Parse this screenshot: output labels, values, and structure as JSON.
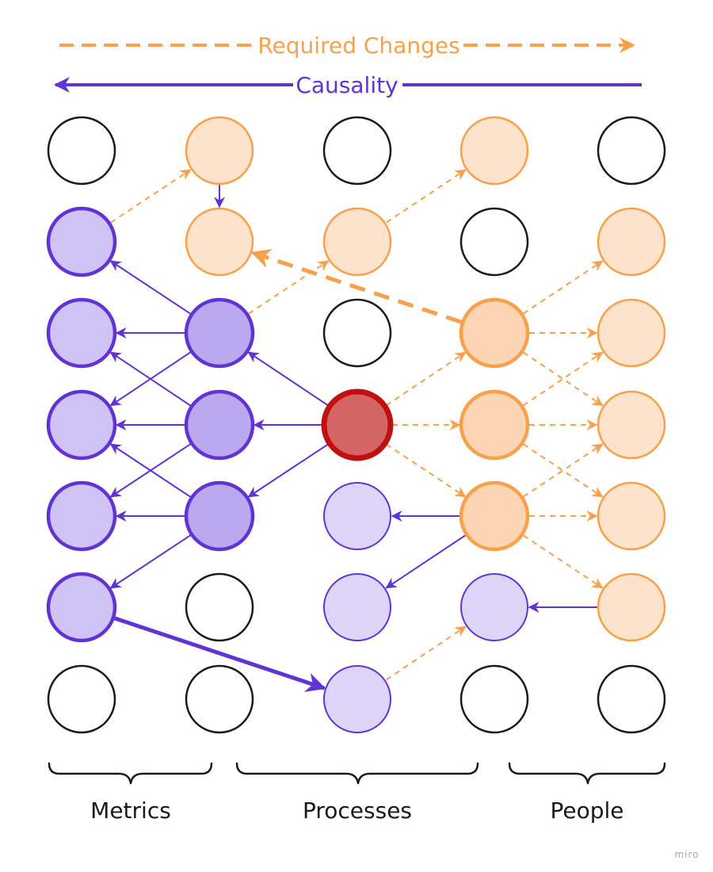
{
  "legend": {
    "required_changes": {
      "label": "Required Changes",
      "color": "#f9a04a"
    },
    "causality": {
      "label": "Causality",
      "color": "#6233d4"
    }
  },
  "groups": {
    "metrics": "Metrics",
    "processes": "Processes",
    "people": "People"
  },
  "watermark": "miro",
  "colors": {
    "empty_stroke": "#1a1a1a",
    "purple_fill": "#cfc3f5",
    "purple_fill_dark": "#bba8ef",
    "purple_fill_light": "#ddd5f7",
    "purple_stroke": "#6233d4",
    "orange_fill": "#fde2cc",
    "orange_fill_strong": "#fdd5b4",
    "orange_stroke": "#f9a04a",
    "red_fill": "#d56565",
    "red_stroke": "#c01010"
  },
  "grid": {
    "columns": 5,
    "rows": 7,
    "nodes": [
      [
        "empty",
        "orange-light",
        "empty",
        "orange-light",
        "empty"
      ],
      [
        "purple-bold",
        "orange-light",
        "orange-light",
        "empty",
        "orange-light"
      ],
      [
        "purple-bold",
        "purple-dark",
        "empty",
        "orange-strong",
        "orange-light"
      ],
      [
        "purple-bold",
        "purple-dark",
        "red",
        "orange-strong",
        "orange-light"
      ],
      [
        "purple-bold",
        "purple-dark",
        "purple-light",
        "orange-strong",
        "orange-light"
      ],
      [
        "purple-bold",
        "empty",
        "purple-light",
        "purple-light",
        "orange-light"
      ],
      [
        "empty",
        "empty",
        "purple-light",
        "empty",
        "empty"
      ]
    ]
  },
  "edges": {
    "causality": [
      [
        [
          2,
          3
        ],
        [
          1,
          2
        ]
      ],
      [
        [
          2,
          3
        ],
        [
          1,
          3
        ]
      ],
      [
        [
          2,
          3
        ],
        [
          1,
          4
        ]
      ],
      [
        [
          1,
          2
        ],
        [
          0,
          1
        ]
      ],
      [
        [
          1,
          2
        ],
        [
          0,
          2
        ]
      ],
      [
        [
          1,
          2
        ],
        [
          0,
          3
        ]
      ],
      [
        [
          1,
          3
        ],
        [
          0,
          2
        ]
      ],
      [
        [
          1,
          3
        ],
        [
          0,
          3
        ]
      ],
      [
        [
          1,
          3
        ],
        [
          0,
          4
        ]
      ],
      [
        [
          1,
          4
        ],
        [
          0,
          3
        ]
      ],
      [
        [
          1,
          4
        ],
        [
          0,
          4
        ]
      ],
      [
        [
          1,
          4
        ],
        [
          0,
          5
        ]
      ],
      [
        [
          3,
          4
        ],
        [
          2,
          4
        ]
      ],
      [
        [
          3,
          4
        ],
        [
          2,
          5
        ]
      ],
      [
        [
          4,
          5
        ],
        [
          3,
          5
        ]
      ],
      [
        [
          1,
          0
        ],
        [
          1,
          1
        ]
      ]
    ],
    "causality_bold": [
      [
        [
          0,
          5
        ],
        [
          2,
          6
        ]
      ]
    ],
    "required": [
      [
        [
          0,
          1
        ],
        [
          1,
          0
        ]
      ],
      [
        [
          1,
          2
        ],
        [
          2,
          1
        ]
      ],
      [
        [
          2,
          1
        ],
        [
          3,
          0
        ]
      ],
      [
        [
          2,
          3
        ],
        [
          3,
          2
        ]
      ],
      [
        [
          2,
          3
        ],
        [
          3,
          3
        ]
      ],
      [
        [
          2,
          3
        ],
        [
          3,
          4
        ]
      ],
      [
        [
          3,
          2
        ],
        [
          4,
          1
        ]
      ],
      [
        [
          3,
          2
        ],
        [
          4,
          2
        ]
      ],
      [
        [
          3,
          2
        ],
        [
          4,
          3
        ]
      ],
      [
        [
          3,
          3
        ],
        [
          4,
          2
        ]
      ],
      [
        [
          3,
          3
        ],
        [
          4,
          3
        ]
      ],
      [
        [
          3,
          3
        ],
        [
          4,
          4
        ]
      ],
      [
        [
          3,
          4
        ],
        [
          4,
          3
        ]
      ],
      [
        [
          3,
          4
        ],
        [
          4,
          4
        ]
      ],
      [
        [
          3,
          4
        ],
        [
          4,
          5
        ]
      ],
      [
        [
          2,
          6
        ],
        [
          3,
          5
        ]
      ]
    ],
    "required_bold": [
      [
        [
          3,
          2
        ],
        [
          1,
          1
        ]
      ]
    ]
  }
}
